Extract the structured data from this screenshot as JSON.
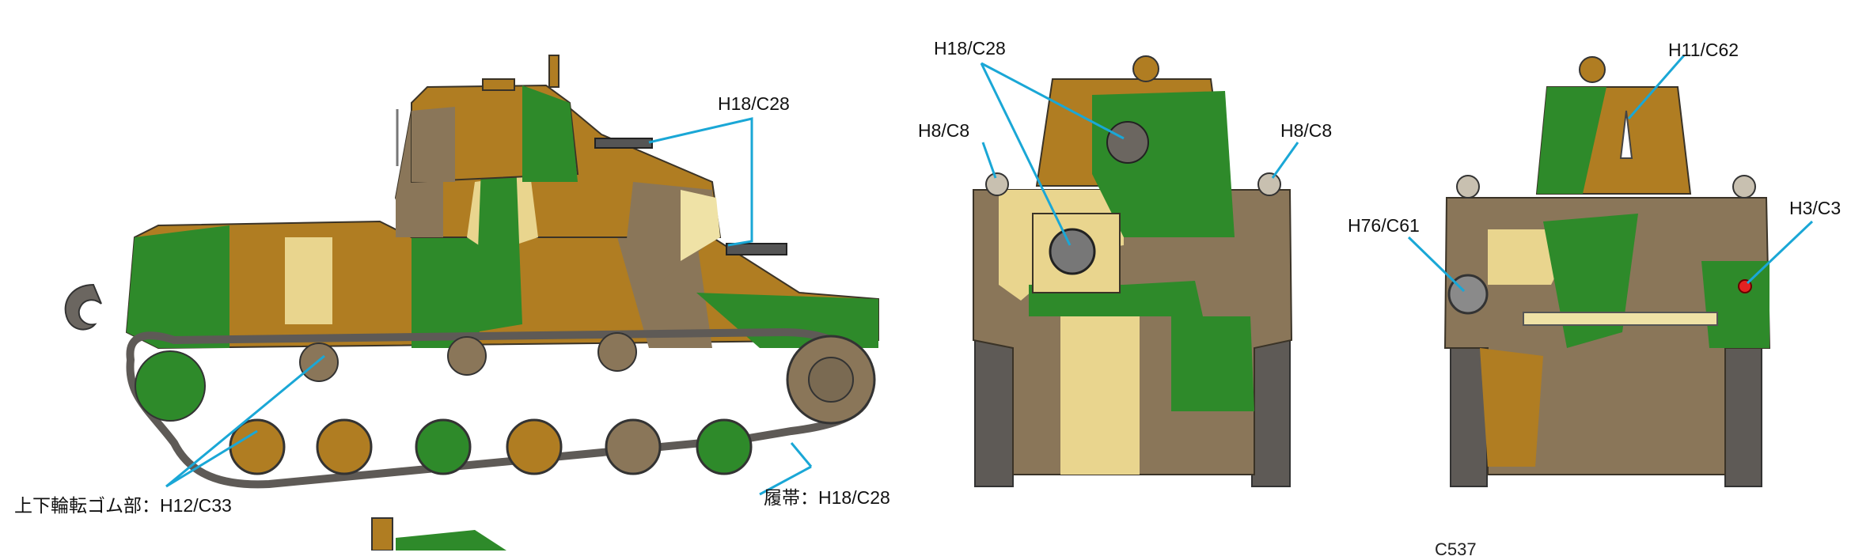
{
  "colors": {
    "green": "#2e8a2a",
    "brown": "#b07d22",
    "earth": "#8a7659",
    "sand": "#e9d58e",
    "track": "#5e5a56",
    "leader": "#1aa7d6",
    "light_cream": "#efe2a6",
    "red_dot": "#e32222"
  },
  "icons": [
    "tank-side-view",
    "tank-front-view",
    "tank-rear-view"
  ],
  "side_view": {
    "labels": {
      "turret_mg": "H18/C28",
      "road_wheels": "上下輪転ゴム部：H12/C33",
      "tracks": "履帯：H18/C28"
    }
  },
  "front_view": {
    "labels": {
      "turret": "H18/C28",
      "left_light": "H8/C8",
      "right_light": "H8/C8"
    }
  },
  "rear_view": {
    "labels": {
      "antenna": "H11/C62",
      "exhaust": "H76/C61",
      "tail_light": "H3/C3"
    }
  },
  "cut_text": "C537"
}
